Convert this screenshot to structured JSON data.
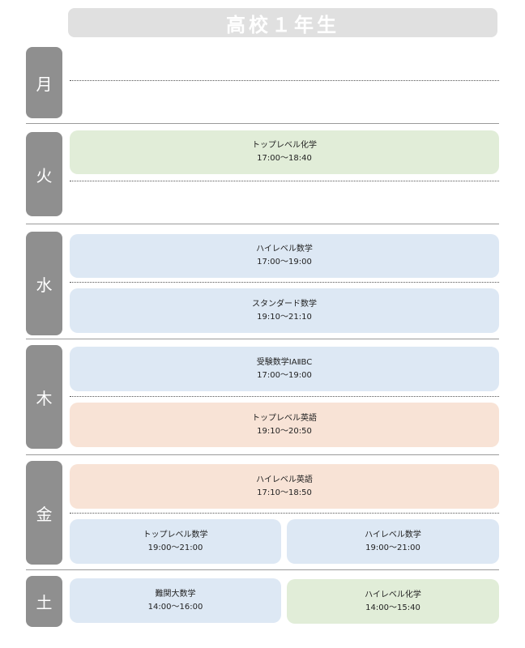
{
  "header": {
    "title": "高校１年生"
  },
  "days": {
    "mon": "月",
    "tue": "火",
    "wed": "水",
    "thu": "木",
    "fri": "金",
    "sat": "土"
  },
  "classes": {
    "tue_1": {
      "name": "トップレベル化学",
      "time": "17:00～18:40"
    },
    "wed_1": {
      "name": "ハイレベル数学",
      "time": "17:00～19:00"
    },
    "wed_2": {
      "name": "スタンダード数学",
      "time": "19:10～21:10"
    },
    "thu_1": {
      "name": "受験数学ⅠAⅡBC",
      "time": "17:00～19:00"
    },
    "thu_2": {
      "name": "トップレベル英語",
      "time": "19:10～20:50"
    },
    "fri_1": {
      "name": "ハイレベル英語",
      "time": "17:10～18:50"
    },
    "fri_2a": {
      "name": "トップレベル数学",
      "time": "19:00～21:00"
    },
    "fri_2b": {
      "name": "ハイレベル数学",
      "time": "19:00～21:00"
    },
    "sat_a": {
      "name": "難関大数学",
      "time": "14:00～16:00"
    },
    "sat_b": {
      "name": "ハイレベル化学",
      "time": "14:00～15:40"
    }
  },
  "colors": {
    "math": "#dde8f4",
    "science": "#e1edd8",
    "english": "#f8e3d6",
    "day_label": "#8f8f8f",
    "title_bar": "#e0e0e0"
  }
}
